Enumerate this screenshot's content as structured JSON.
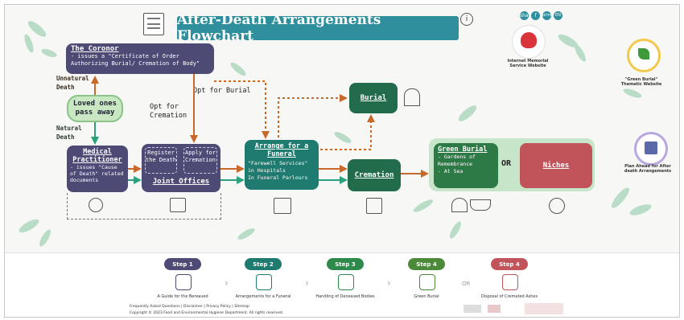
{
  "title": "After-Death Arrangements Flowchart",
  "coroner": {
    "title": "The Coronor",
    "desc": "- issues a \"Certificate of Order Authorizing Burial/ Cremation of Body\""
  },
  "unnatural_death": "Unnatural Death",
  "natural_death": "Natural Death",
  "loved_ones": "Loved ones pass away",
  "medical": {
    "title": "Medical Practitioner",
    "desc": "- issues \"Cause of Death\" related documents"
  },
  "joint_offices": {
    "register": "Register the Death",
    "apply": "Apply for Cremation",
    "title": "Joint Offices"
  },
  "opt_for_burial": "Opt for Burial",
  "opt_for_cremation": "Opt for Cremation",
  "funeral": {
    "title": "Arrange for a Funeral",
    "line1": "\"Farewell Services\" in Hospitals",
    "line2": "In Funeral Parlours"
  },
  "burial": "Burial",
  "cremation": "Cremation",
  "green_burial": {
    "title": "Green Burial",
    "line1": "- Gardens of Remembrance",
    "line2": "- At Sea"
  },
  "or_label": "OR",
  "niches": "Niches",
  "side_links": {
    "memorial": "Internet Memorial Service Website",
    "green_burial_site": "\"Green Burial\" Thematic Website",
    "plan_ahead": "Plan Ahead for After death Arrangements"
  },
  "social": [
    "share",
    "f",
    "print",
    "EN"
  ],
  "steps": [
    {
      "pill": "Step 1",
      "label": "A Guide for the Bereaved",
      "color": "#4d4a76"
    },
    {
      "pill": "Step 2",
      "label": "Arrangements for a Funeral",
      "color": "#1f7a6f"
    },
    {
      "pill": "Step 3",
      "label": "Handling of Deceased Bodies",
      "color": "#2e8a4a"
    },
    {
      "pill": "Step 4",
      "label": "Green Burial",
      "color": "#4c8a3a"
    },
    {
      "pill": "Step 4",
      "label": "Disposal of Cremated Ashes",
      "color": "#c0545a"
    }
  ],
  "step_or": "OR",
  "footer": {
    "links": [
      "Frequently Asked Questions",
      "Disclaimer",
      "Privacy Policy",
      "Sitemap"
    ],
    "copyright": "Copyright © 2023 Food and Environmental Hygiene Department. All rights reserved."
  },
  "colors": {
    "teal": "#2f8f9d",
    "navy": "#4d4a76",
    "green": "#2e7a46",
    "red": "#c0545a",
    "arrow": "#c8692a"
  }
}
